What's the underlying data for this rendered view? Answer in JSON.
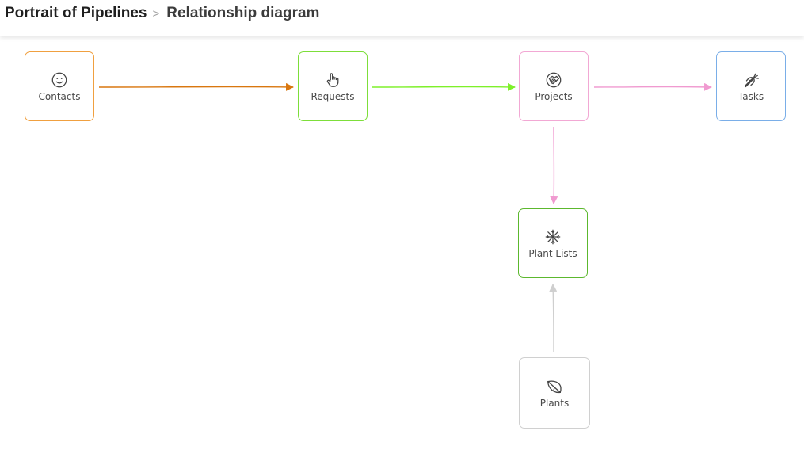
{
  "breadcrumb": {
    "root": "Portrait of Pipelines",
    "separator": ">",
    "current": "Relationship diagram"
  },
  "nodes": {
    "contacts": {
      "label": "Contacts",
      "icon": "smiley-icon",
      "color": "#f0a040"
    },
    "requests": {
      "label": "Requests",
      "icon": "pointing-hand-icon",
      "color": "#7dde3a"
    },
    "projects": {
      "label": "Projects",
      "icon": "handshake-icon",
      "color": "#f2a8d4"
    },
    "tasks": {
      "label": "Tasks",
      "icon": "carrot-icon",
      "color": "#7aaee8"
    },
    "plant_lists": {
      "label": "Plant Lists",
      "icon": "snowflake-icon",
      "color": "#5cb82e"
    },
    "plants": {
      "label": "Plants",
      "icon": "leaf-icon",
      "color": "#d0d0d0"
    }
  },
  "edges": [
    {
      "from": "contacts",
      "to": "requests",
      "color": "#d9770f"
    },
    {
      "from": "requests",
      "to": "projects",
      "color": "#7ef02a"
    },
    {
      "from": "projects",
      "to": "tasks",
      "color": "#f09ad0"
    },
    {
      "from": "projects",
      "to": "plant_lists",
      "color": "#f09ad0"
    },
    {
      "from": "plants",
      "to": "plant_lists",
      "color": "#cfcfcf"
    }
  ]
}
